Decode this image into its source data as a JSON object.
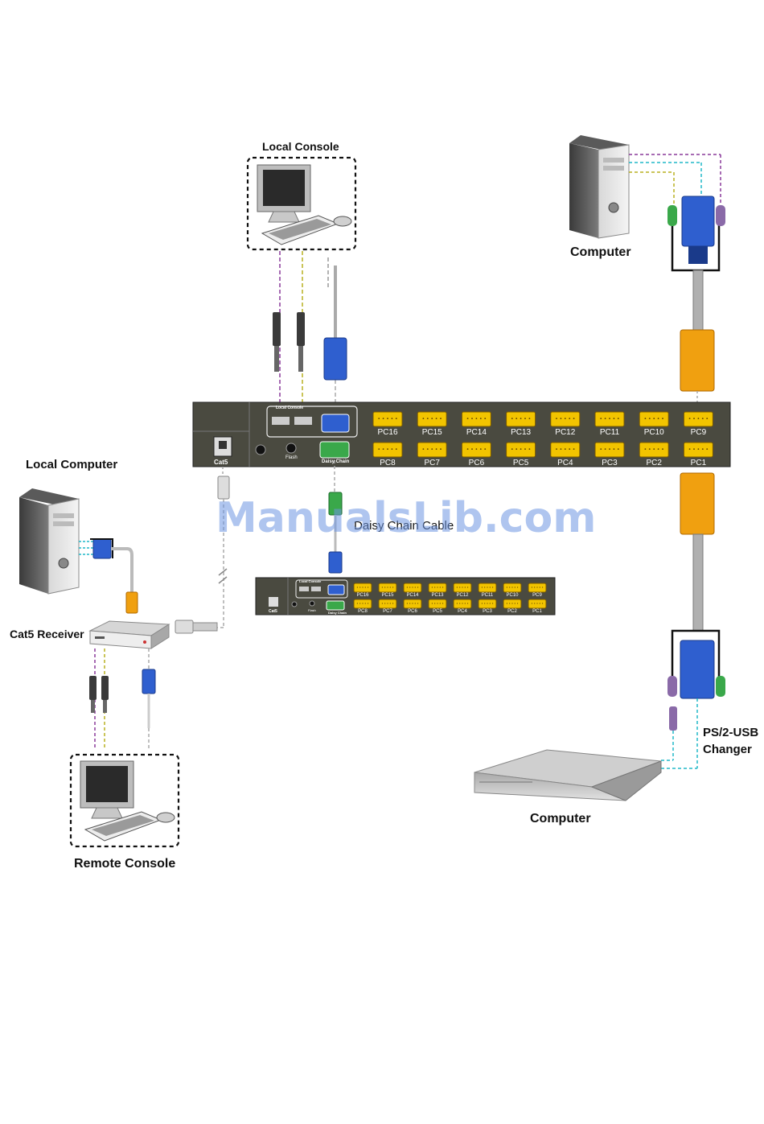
{
  "labels": {
    "local_console": "Local Console",
    "computer_top": "Computer",
    "local_computer": "Local Computer",
    "cat5_receiver": "Cat5 Receiver",
    "remote_console": "Remote Console",
    "daisy_chain_cable": "Daisy Chain Cable",
    "ps2_usb_line1": "PS/2-USB",
    "ps2_usb_line2": "Changer",
    "computer_bottom": "Computer"
  },
  "main_switch": {
    "local_console_label": "Local Console",
    "flash_label": "Flash",
    "daisy_chain_label": "Daisy Chain",
    "cat5_label": "Cat5",
    "ports_top": [
      "PC16",
      "PC15",
      "PC14",
      "PC13",
      "PC12",
      "PC11",
      "PC10",
      "PC9"
    ],
    "ports_bottom": [
      "PC8",
      "PC7",
      "PC6",
      "PC5",
      "PC4",
      "PC3",
      "PC2",
      "PC1"
    ]
  },
  "second_switch": {
    "local_console_label": "Local Console",
    "flash_label": "Flash",
    "daisy_chain_label": "Daisy Chain",
    "cat5_label": "Cat5",
    "ports_top": [
      "PC16",
      "PC15",
      "PC14",
      "PC13",
      "PC12",
      "PC11",
      "PC10",
      "PC9"
    ],
    "ports_bottom": [
      "PC8",
      "PC7",
      "PC6",
      "PC5",
      "PC4",
      "PC3",
      "PC2",
      "PC1"
    ]
  },
  "watermark": "ManualsLib.com",
  "colors": {
    "switch_body": "#4a4a40",
    "vga_blue": "#2f5fcf",
    "vga_orange": "#f0a010",
    "port_yellow": "#f2c400",
    "green_ps2": "#3aa84a",
    "purple_ps2": "#8a6aa8",
    "cable_purple": "#8a3a9a",
    "cable_yellow": "#b8b020",
    "cable_cyan": "#20b8c8",
    "cable_gray": "#9a9a9a"
  }
}
